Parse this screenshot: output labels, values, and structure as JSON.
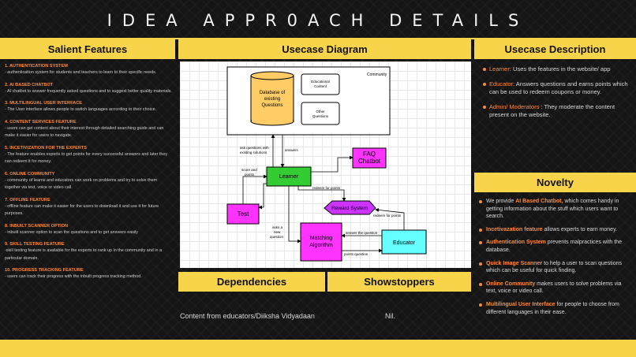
{
  "title": "IDEA APPR0ACH DETAILS",
  "headers": {
    "salient": "Salient Features",
    "usecase_diagram": "Usecase Diagram",
    "usecase_desc": "Usecase Description",
    "novelty": "Novelty",
    "dependencies": "Dependencies",
    "showstoppers": "Showstoppers"
  },
  "salient_features": [
    {
      "heading": "1. AUTHENTICATION SYSTEM",
      "text": "- authentication system for students and teachers to learn to their specific needs."
    },
    {
      "heading": "2. AI BASED CHATBOT",
      "text": "- AI chatbot to answer frequently asked questions and to suggest better quality materials."
    },
    {
      "heading": "3. MULTILINGUAL USER INTERFACE",
      "text": "- The User interface allows people to switch languages according to their choice."
    },
    {
      "heading": "4. CONTENT SERVICES FEATURE",
      "text": "- users can get content about their interest through detailed searching guide and can make it easier for users to navigate."
    },
    {
      "heading": "5. INCETIVIZATION FOR THE EXPERTS",
      "text": "- The feature enables experts to get points for every successful answers and later they can redeem it for money."
    },
    {
      "heading": "6. ONLINE COMMUNITY",
      "text": "- community of learns and educators can work on problems and try to solve them together via text, voice or video call."
    },
    {
      "heading": "7. OFFLINE FEATURE",
      "text": "- offline feature can make it easier for the users to download it and use it for future purposes."
    },
    {
      "heading": "8. INBUILT SCANNER OPTION",
      "text": "- inbuilt scanner option to scan the questions and to get answers easily"
    },
    {
      "heading": "9. SKILL TESTING FEATURE",
      "text": "-skill testing feature is available for the experts to rank up in the community and in a particular domain."
    },
    {
      "heading": "10. PROGRESS TRACKING FEATURE",
      "text": "- users can track their progress with the inbuilt progress tracking method."
    }
  ],
  "diagram": {
    "community_label": "Community",
    "database": "Database of existing Questions",
    "educational_content": "Educational Content",
    "other_questions": "Other Questions",
    "learner": "Learner",
    "faq": "FAQ Chatbot",
    "test": "Test",
    "reward": "Reward System",
    "matching": "Matching Algorithm",
    "educator": "Educator",
    "edges": {
      "ask_existing": "ask questions with existing solutions",
      "answers": "answers",
      "score": "score and points",
      "redeem1": "redeem for points",
      "redeem2": "redeem for points",
      "asks_new": "asks a new question",
      "answer_q": "answer the question",
      "points_q": "points question"
    },
    "colors": {
      "learner": "#33cc33",
      "faq": "#ff33ff",
      "test": "#ff33ff",
      "reward": "#cc33ff",
      "matching": "#ff33ff",
      "educator": "#66ffff",
      "database": "#ffcc66"
    }
  },
  "usecase_description": [
    {
      "role": "Learner",
      "text": ": Uses the features in the website/ app"
    },
    {
      "role": "Educator",
      "text": ": Answers questions and earns points which can be used to redeem coupons or money."
    },
    {
      "role": "Admin/ Moderators",
      "text": " : They moderate the content present on the website."
    }
  ],
  "novelty": [
    {
      "pre": "We provide ",
      "hl": "AI Based Chatbot,",
      "post": " which comes handy in getting information about the stuff which users want to search."
    },
    {
      "pre": "",
      "hl": "Incetivazation feature",
      "post": " allows experts to earn money."
    },
    {
      "pre": "",
      "hl": "Authentication System",
      "post": " prevents malpractices with the database."
    },
    {
      "pre": "",
      "hl": "Quick Image Scanner",
      "post": " to help a user to scan questions which can be useful for quick finding."
    },
    {
      "pre": "",
      "hl": "Online Community",
      "post": " makes users to solve problems via text, voice or video call."
    },
    {
      "pre": "",
      "hl": "Multilingual User Interface",
      "post": " for people to choose from different languages in their ease."
    }
  ],
  "dependencies": "Content from educators/Diiksha Vidyadaan",
  "showstoppers": "Nil."
}
